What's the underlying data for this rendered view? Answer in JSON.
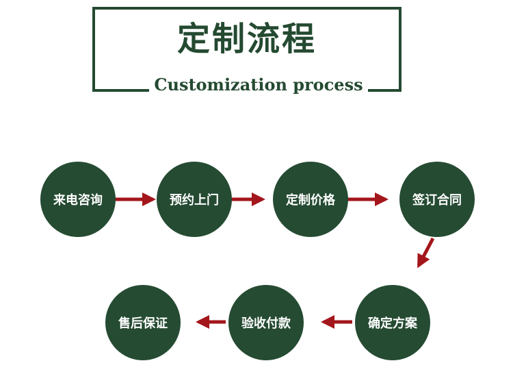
{
  "header": {
    "title": "定制流程",
    "subtitle": "Customization process"
  },
  "colors": {
    "circle": "#254b33",
    "frame": "#244a31",
    "arrow": "#a3161b"
  },
  "steps": [
    {
      "label": "来电咨询"
    },
    {
      "label": "预约上门"
    },
    {
      "label": "定制价格"
    },
    {
      "label": "签订合同"
    },
    {
      "label": "确定方案"
    },
    {
      "label": "验收付款"
    },
    {
      "label": "售后保证"
    }
  ]
}
